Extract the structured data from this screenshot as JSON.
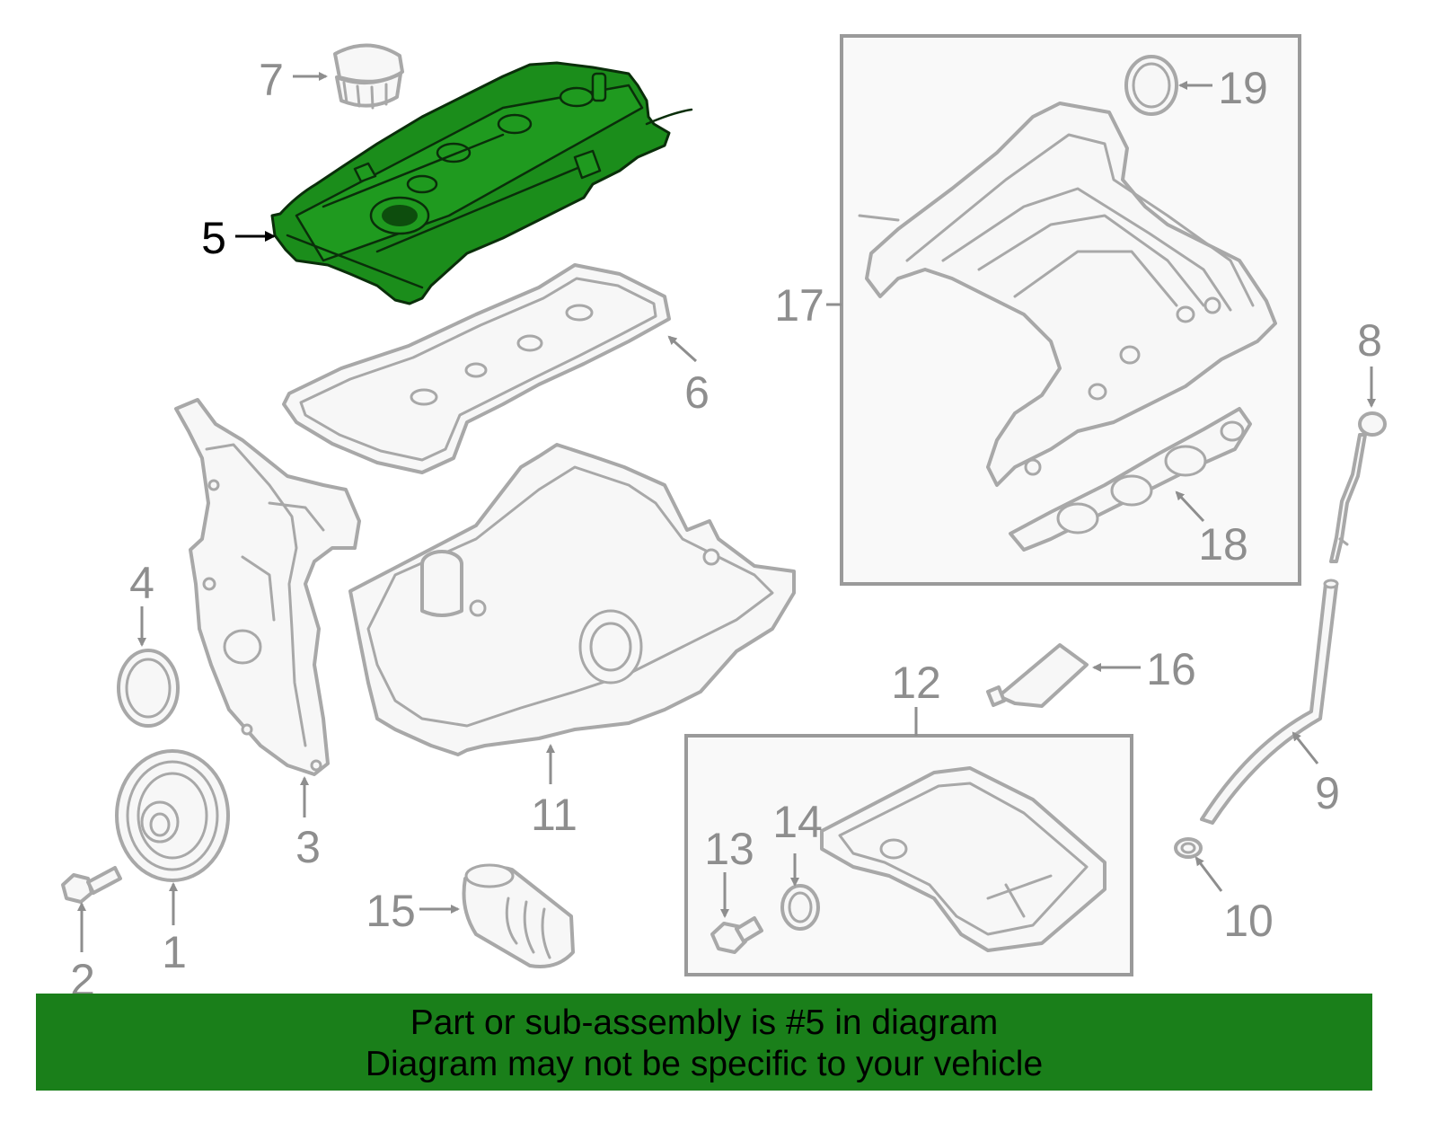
{
  "diagram": {
    "highlighted_part": "5",
    "highlight_color": "#1a7f1a",
    "callouts": [
      {
        "id": "c1",
        "label": "1"
      },
      {
        "id": "c2",
        "label": "2"
      },
      {
        "id": "c3",
        "label": "3"
      },
      {
        "id": "c4",
        "label": "4"
      },
      {
        "id": "c5",
        "label": "5"
      },
      {
        "id": "c6",
        "label": "6"
      },
      {
        "id": "c7",
        "label": "7"
      },
      {
        "id": "c8",
        "label": "8"
      },
      {
        "id": "c9",
        "label": "9"
      },
      {
        "id": "c10",
        "label": "10"
      },
      {
        "id": "c11",
        "label": "11"
      },
      {
        "id": "c12",
        "label": "12"
      },
      {
        "id": "c13",
        "label": "13"
      },
      {
        "id": "c14",
        "label": "14"
      },
      {
        "id": "c15",
        "label": "15"
      },
      {
        "id": "c16",
        "label": "16"
      },
      {
        "id": "c17",
        "label": "17"
      },
      {
        "id": "c18",
        "label": "18"
      },
      {
        "id": "c19",
        "label": "19"
      }
    ]
  },
  "banner": {
    "line1": "Part or sub-assembly is #5 in diagram",
    "line2": "Diagram may not be specific to your vehicle"
  }
}
